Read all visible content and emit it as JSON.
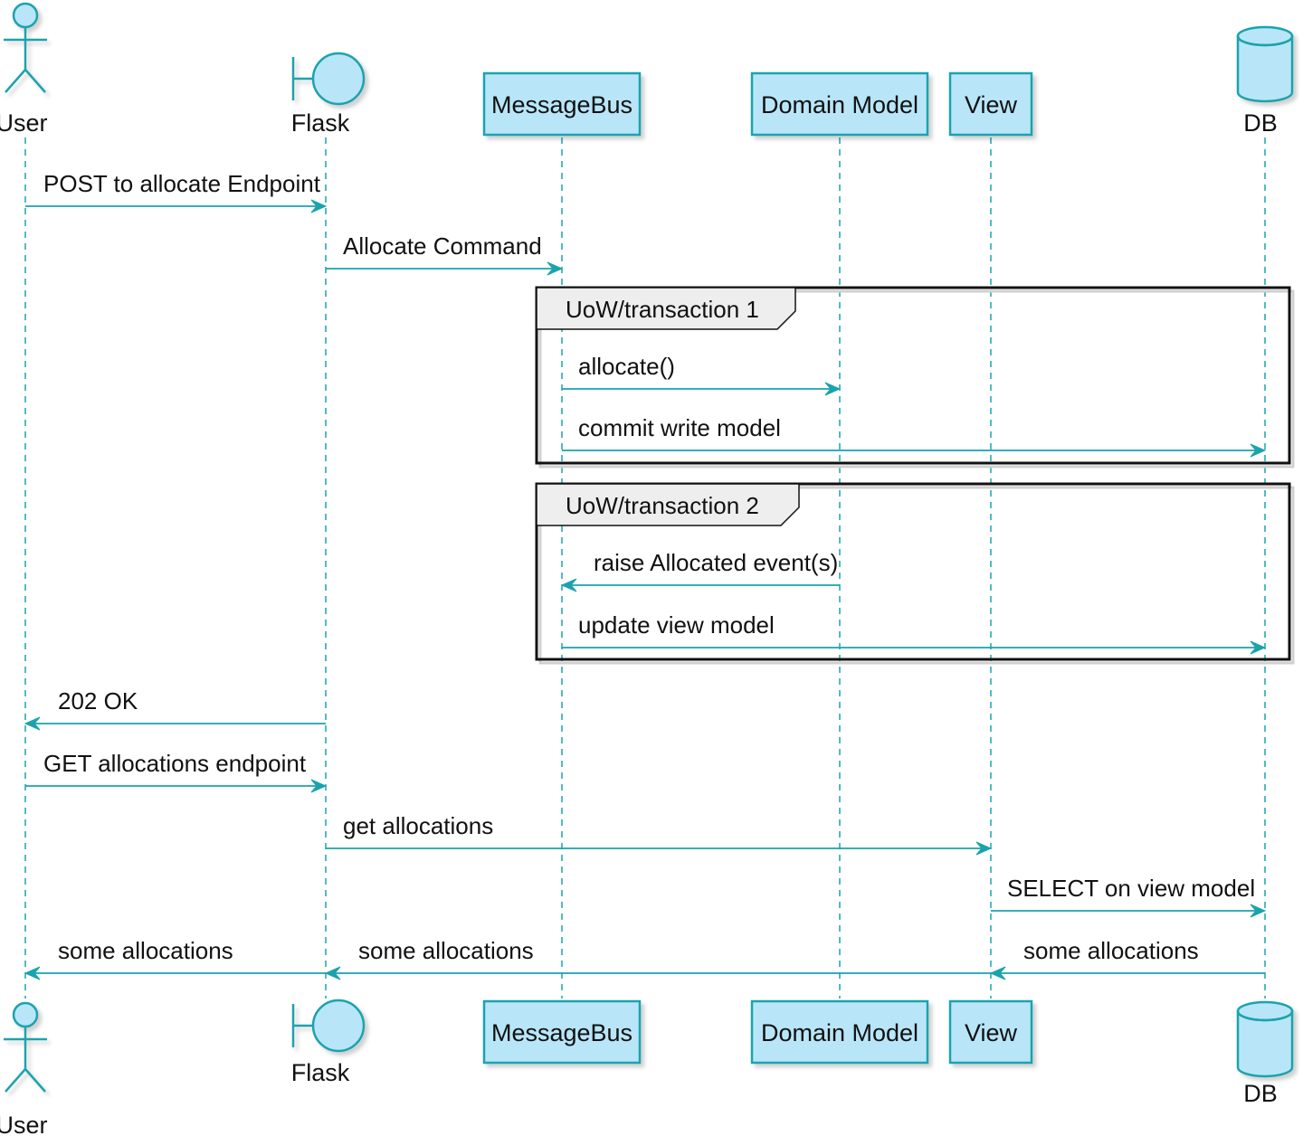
{
  "colors": {
    "fill": "#b8e6f8",
    "line": "#1aa3ad",
    "frame": "#111111",
    "group_tab": "#eeeeee",
    "shadow": "#d0d0d0"
  },
  "participants": [
    {
      "id": "user",
      "name": "User",
      "shape": "actor",
      "icon": "actor-icon"
    },
    {
      "id": "flask",
      "name": "Flask",
      "shape": "boundary",
      "icon": "boundary-icon"
    },
    {
      "id": "bus",
      "name": "MessageBus",
      "shape": "box"
    },
    {
      "id": "domain",
      "name": "Domain Model",
      "shape": "box"
    },
    {
      "id": "view",
      "name": "View",
      "shape": "box"
    },
    {
      "id": "db",
      "name": "DB",
      "shape": "database",
      "icon": "database-icon"
    }
  ],
  "messages": [
    {
      "from": "user",
      "to": "flask",
      "label": "POST to allocate Endpoint"
    },
    {
      "from": "flask",
      "to": "bus",
      "label": "Allocate Command"
    },
    {
      "from": "bus",
      "to": "domain",
      "label": "allocate()"
    },
    {
      "from": "bus",
      "to": "db",
      "label": "commit write model"
    },
    {
      "from": "domain",
      "to": "bus",
      "label": "raise Allocated event(s)"
    },
    {
      "from": "bus",
      "to": "db",
      "label": "update view model"
    },
    {
      "from": "flask",
      "to": "user",
      "label": "202 OK"
    },
    {
      "from": "user",
      "to": "flask",
      "label": "GET allocations endpoint"
    },
    {
      "from": "flask",
      "to": "view",
      "label": "get allocations"
    },
    {
      "from": "view",
      "to": "db",
      "label": "SELECT on view model"
    },
    {
      "from": "flask",
      "to": "user",
      "label": "some allocations"
    },
    {
      "from": "view",
      "to": "flask",
      "label": "some allocations"
    },
    {
      "from": "db",
      "to": "view",
      "label": "some allocations"
    }
  ],
  "groups": [
    {
      "label": "UoW/transaction 1",
      "first_message": 2,
      "last_message": 3
    },
    {
      "label": "UoW/transaction 2",
      "first_message": 4,
      "last_message": 5
    }
  ]
}
